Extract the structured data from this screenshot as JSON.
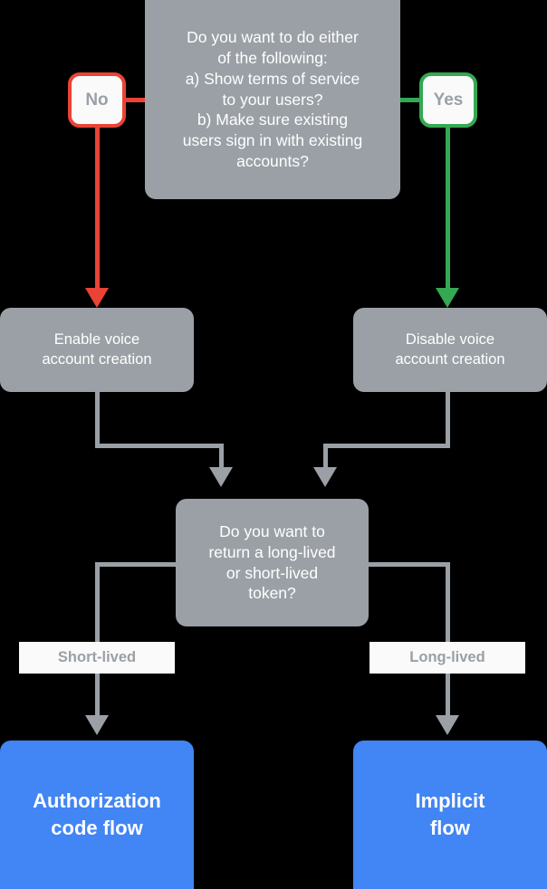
{
  "diagram": {
    "title": "Voice account creation and token flow decision chart",
    "background": "#000000",
    "colors": {
      "node_gray": "#9AA0A6",
      "node_blue": "#4285F4",
      "no_red": "#EA4335",
      "yes_green": "#34A853",
      "label_bg": "#FAFAFA",
      "label_text": "#9AA0A6",
      "node_text": "#FFFFFF"
    },
    "nodes": {
      "decision_top": "Do you want to do either\nof the following:\na) Show terms of service\nto your users?\nb) Make sure existing\nusers sign in with existing\naccounts?",
      "enable": "Enable voice\naccount creation",
      "disable": "Disable voice\naccount creation",
      "decision_mid": "Do you want to\nreturn a long-lived\nor short-lived\ntoken?",
      "authorization_code_flow": "Authorization\ncode flow",
      "implicit_flow": "Implicit\nflow"
    },
    "badges": {
      "no": "No",
      "yes": "Yes"
    },
    "branch_labels": {
      "short_lived": "Short-lived",
      "long_lived": "Long-lived"
    }
  }
}
